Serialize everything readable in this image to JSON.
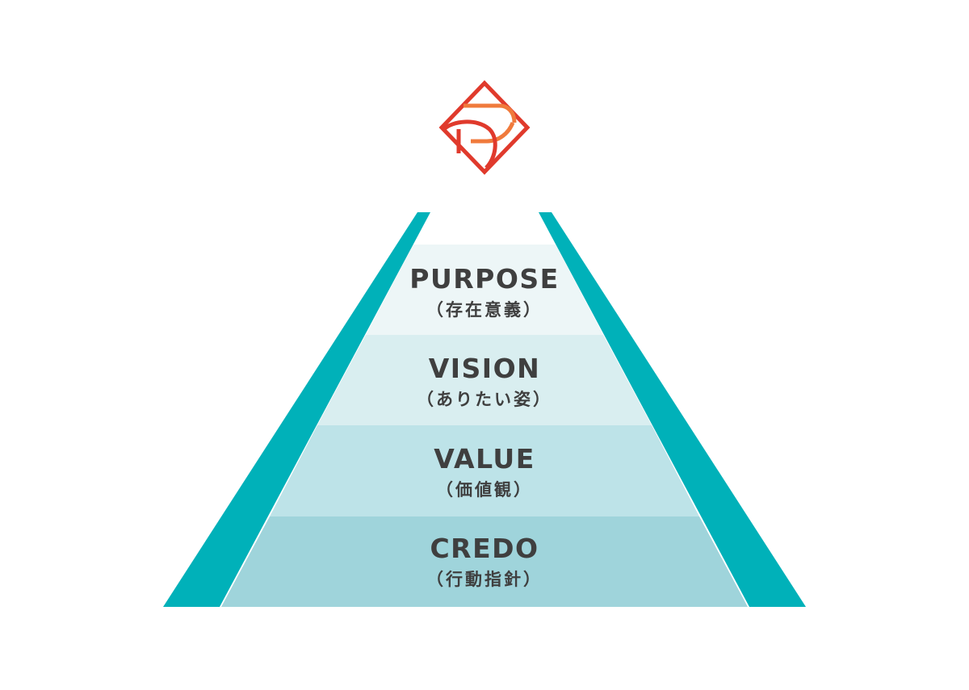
{
  "colors": {
    "background": "#ffffff",
    "pyramid_edge": "#00b1b9",
    "logo_red": "#e03a2c",
    "logo_orange": "#f07a3c",
    "text": "#3f3f3f"
  },
  "logo": {
    "icon": "diamond-logo-icon"
  },
  "levels": [
    {
      "title": "PURPOSE",
      "subtitle": "（存在意義）",
      "fill": "#edf6f7"
    },
    {
      "title": "VISION",
      "subtitle": "（ありたい姿）",
      "fill": "#d9eef0"
    },
    {
      "title": "VALUE",
      "subtitle": "（価値観）",
      "fill": "#bde3e8"
    },
    {
      "title": "CREDO",
      "subtitle": "（行動指針）",
      "fill": "#9fd4db"
    }
  ]
}
